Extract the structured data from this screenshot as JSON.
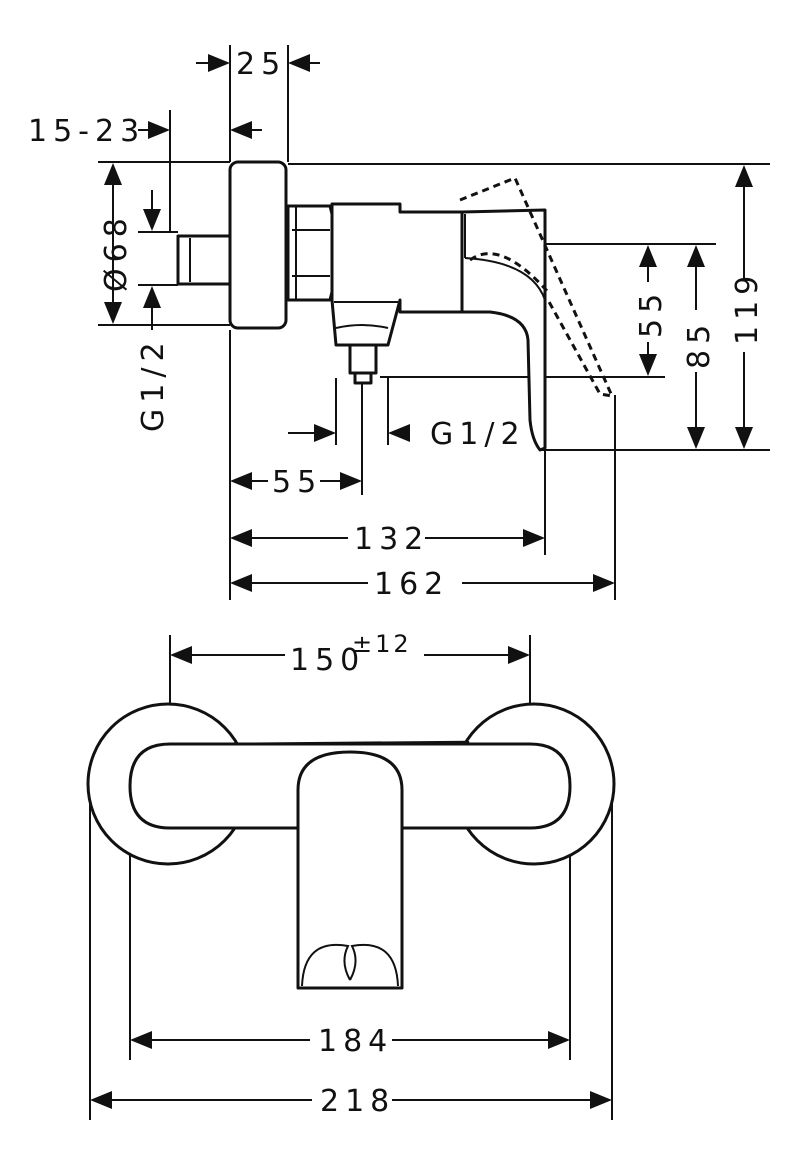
{
  "dimensions": {
    "d25": "25",
    "d15_23": "15-23",
    "d68": "Ø68",
    "g12_left": "G1/2",
    "g12_right": "G1/2",
    "d55_h": "55",
    "d132": "132",
    "d162": "162",
    "d55_v": "55",
    "d85": "85",
    "d119": "119",
    "d150": "150",
    "d150_tol": "±12",
    "d184": "184",
    "d218": "218"
  }
}
